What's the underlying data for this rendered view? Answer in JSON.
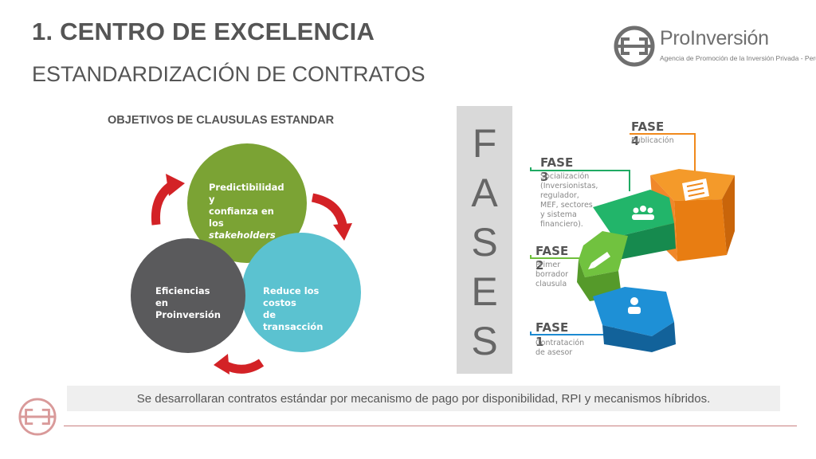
{
  "header": {
    "title": "1. CENTRO DE EXCELENCIA",
    "subtitle": "ESTANDARDIZACIÓN DE CONTRATOS"
  },
  "logo": {
    "name": "ProInversión",
    "tagline": "Agencia de Promoción de la Inversión Privada - Perú"
  },
  "objectives": {
    "title": "OBJETIVOS DE CLAUSULAS ESTANDAR",
    "circles": [
      {
        "line1": "Predictibilidad y",
        "line2": "confianza en los",
        "line3": "stakeholders",
        "color": "#7ba334"
      },
      {
        "line1": "Reduce los costos",
        "line2": "de transacción",
        "color": "#5bc2d0"
      },
      {
        "line1": "Eficiencias en",
        "line2": "Proinversión",
        "color": "#5a5a5c"
      }
    ],
    "arrow_color": "#d32226"
  },
  "fases": {
    "letters": [
      "F",
      "A",
      "S",
      "E",
      "S"
    ],
    "phases": [
      {
        "title": "FASE 4",
        "desc": [
          "Publicación"
        ],
        "color": "#f08a1c",
        "icon": "document-icon"
      },
      {
        "title": "FASE 3",
        "desc": [
          "Socialización",
          "(Inversionistas,",
          "regulador,",
          "MEF, sectores",
          "y sistema",
          "financiero)."
        ],
        "color": "#1faa63",
        "icon": "group-icon"
      },
      {
        "title": "FASE 2",
        "desc": [
          "Primer",
          "borrador",
          "clausula"
        ],
        "color": "#6fbf3c",
        "icon": "pen-icon"
      },
      {
        "title": "FASE 1",
        "desc": [
          "Contratación",
          "de asesor"
        ],
        "color": "#1c8ad1",
        "icon": "person-icon"
      }
    ]
  },
  "footer": {
    "note": "Se desarrollaran contratos estándar por mecanismo de pago por disponibilidad, RPI y mecanismos híbridos."
  }
}
